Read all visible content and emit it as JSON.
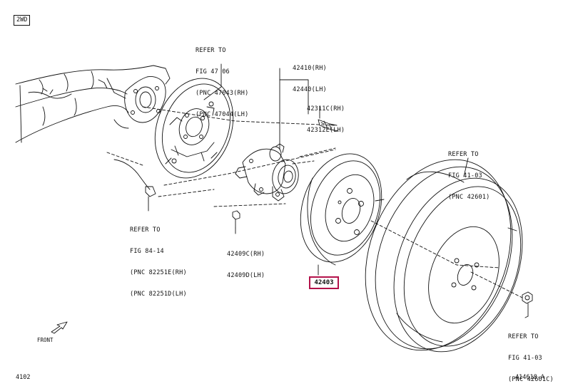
{
  "badge": "2WD",
  "labels": {
    "brake_plate": [
      "REFER TO",
      "FIG 47 06",
      "(PNC 47043(RH)",
      "(PNC 47044(LH)"
    ],
    "hub": [
      "42410(RH)",
      "42440(LH)"
    ],
    "hub_bolt": [
      "42311C(RH)",
      "42312E(LH)"
    ],
    "wheel": [
      "REFER TO",
      "FIG 41-03",
      "(PNC 42601)"
    ],
    "sensor": [
      "REFER TO",
      "FIG 84-14",
      "(PNC 82251E(RH)",
      "(PNC 82251D(LH)"
    ],
    "nut_small": [
      "42409C(RH)",
      "42409D(LH)"
    ],
    "wheel_nut": [
      "REFER TO",
      "FIG 41-03",
      "(PNC 42601C)"
    ]
  },
  "highlight_part": "42403",
  "front_label": "FRONT",
  "footer_left": "4102",
  "footer_right": "414618-A",
  "colors": {
    "line": "#111111",
    "highlight": "#b3124a",
    "background": "#ffffff"
  }
}
